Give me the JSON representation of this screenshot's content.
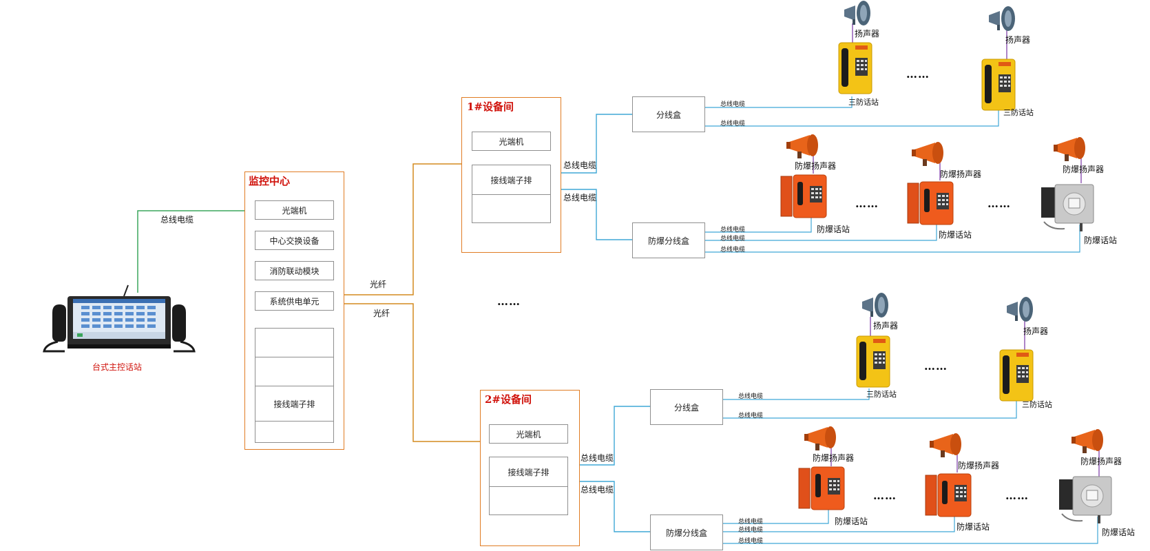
{
  "console": {
    "caption": "台式主控话站",
    "cable_label": "总线电缆"
  },
  "monitor_center": {
    "title": "监控中心",
    "rows": [
      "光端机",
      "中心交换设备",
      "消防联动模块",
      "系统供电单元",
      "",
      "",
      "接线端子排",
      ""
    ]
  },
  "fiber_labels": [
    "光纤",
    "光纤"
  ],
  "middle_ellipsis": "……",
  "rooms": [
    {
      "title": "1#设备间",
      "rows": [
        "光端机",
        "接线端子排",
        ""
      ],
      "cable_labels": [
        "总线电缆",
        "总线电缆"
      ],
      "branch_box": "分线盒",
      "ex_branch_box": "防爆分线盒",
      "branch_cable_labels": [
        "总线电缆",
        "总线电缆"
      ],
      "ex_cable_labels": [
        "总线电缆",
        "总线电缆",
        "总线电缆"
      ],
      "speakers": [
        "扬声器",
        "扬声器"
      ],
      "phones": [
        "三防话站",
        "三防话站"
      ],
      "ex_speakers": [
        "防爆扬声器",
        "防爆扬声器",
        "防爆扬声器"
      ],
      "ex_phones": [
        "防爆话站",
        "防爆话站",
        "防爆话站"
      ],
      "ellipses": [
        "……",
        "……",
        "……"
      ]
    },
    {
      "title": "2#设备间",
      "rows": [
        "光端机",
        "接线端子排",
        ""
      ],
      "cable_labels": [
        "总线电缆",
        "总线电缆"
      ],
      "branch_box": "分线盒",
      "ex_branch_box": "防爆分线盒",
      "branch_cable_labels": [
        "总线电缆",
        "总线电缆"
      ],
      "ex_cable_labels": [
        "总线电缆",
        "总线电缆",
        "总线电缆"
      ],
      "speakers": [
        "扬声器",
        "扬声器"
      ],
      "phones": [
        "三防话站",
        "三防话站"
      ],
      "ex_speakers": [
        "防爆扬声器",
        "防爆扬声器",
        "防爆扬声器"
      ],
      "ex_phones": [
        "防爆话站",
        "防爆话站",
        "防爆话站"
      ],
      "ellipses": [
        "……",
        "……",
        "……"
      ]
    }
  ],
  "colors": {
    "panel_border": "#e07b22",
    "title_red": "#d0120b",
    "fiber": "#d48a1e",
    "bus_cable": "#3fa7d6",
    "console_cable": "#3aa55b",
    "speaker_wire": "#8a4fb0"
  }
}
